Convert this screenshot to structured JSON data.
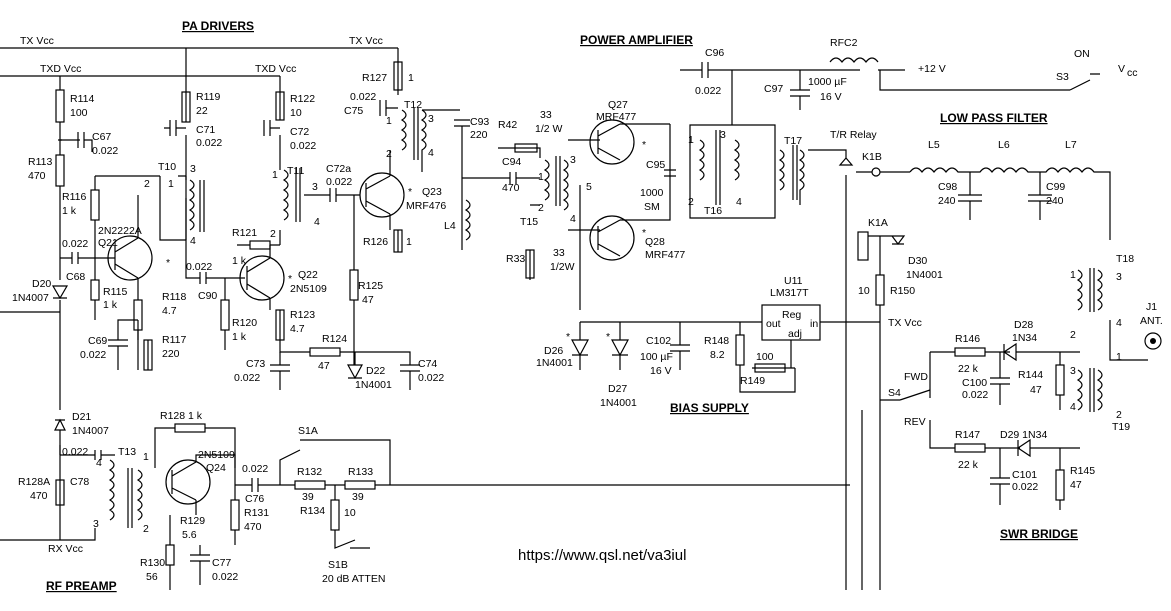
{
  "url": "https://www.qsl.net/va3iul",
  "sections": [
    {
      "id": "pa-drivers",
      "text": "PA DRIVERS"
    },
    {
      "id": "power-amplifier",
      "text": "POWER AMPLIFIER"
    },
    {
      "id": "low-pass-filter",
      "text": "LOW PASS FILTER"
    },
    {
      "id": "bias-supply",
      "text": "BIAS SUPPLY"
    },
    {
      "id": "swr-bridge",
      "text": "SWR BRIDGE"
    },
    {
      "id": "rf-preamp",
      "text": "RF PREAMP"
    }
  ],
  "labels": [
    {
      "id": "tx-vcc-left",
      "text": "TX Vcc"
    },
    {
      "id": "txd-vcc-left",
      "text": "TXD Vcc"
    },
    {
      "id": "tx-vcc-top",
      "text": "TX Vcc"
    },
    {
      "id": "txd-vcc-mid",
      "text": "TXD Vcc"
    },
    {
      "id": "r114",
      "text": "R114"
    },
    {
      "id": "r114-v",
      "text": "100"
    },
    {
      "id": "c67",
      "text": "C67"
    },
    {
      "id": "c67-v",
      "text": "0.022"
    },
    {
      "id": "r113",
      "text": "R113"
    },
    {
      "id": "r113-v",
      "text": "470"
    },
    {
      "id": "r116",
      "text": "R116"
    },
    {
      "id": "r116-v",
      "text": "1 k"
    },
    {
      "id": "t10",
      "text": "T10"
    },
    {
      "id": "t10-2",
      "text": "2"
    },
    {
      "id": "t10-1",
      "text": "1"
    },
    {
      "id": "t10-3",
      "text": "3"
    },
    {
      "id": "t10-4",
      "text": "4"
    },
    {
      "id": "q21-t",
      "text": "2N2222A"
    },
    {
      "id": "q21",
      "text": "Q21"
    },
    {
      "id": "c68-v",
      "text": "0.022"
    },
    {
      "id": "c68",
      "text": "C68"
    },
    {
      "id": "r115",
      "text": "R115"
    },
    {
      "id": "r115-v",
      "text": "1 k"
    },
    {
      "id": "d20",
      "text": "D20"
    },
    {
      "id": "d20-v",
      "text": "1N4007"
    },
    {
      "id": "r118",
      "text": "R118"
    },
    {
      "id": "r118-v",
      "text": "4.7"
    },
    {
      "id": "c69",
      "text": "C69"
    },
    {
      "id": "c69-v",
      "text": "0.022"
    },
    {
      "id": "r117",
      "text": "R117"
    },
    {
      "id": "r117-v",
      "text": "220"
    },
    {
      "id": "r119",
      "text": "R119"
    },
    {
      "id": "r119-v",
      "text": "22"
    },
    {
      "id": "c71",
      "text": "C71"
    },
    {
      "id": "c71-v",
      "text": "0.022"
    },
    {
      "id": "r122",
      "text": "R122"
    },
    {
      "id": "r122-v",
      "text": "10"
    },
    {
      "id": "c72",
      "text": "C72"
    },
    {
      "id": "c72-v",
      "text": "0.022"
    },
    {
      "id": "t11",
      "text": "T11"
    },
    {
      "id": "t11-1",
      "text": "1"
    },
    {
      "id": "t11-2",
      "text": "2"
    },
    {
      "id": "t11-3",
      "text": "3"
    },
    {
      "id": "t11-4",
      "text": "4"
    },
    {
      "id": "r121",
      "text": "R121"
    },
    {
      "id": "r121-v",
      "text": "1 k"
    },
    {
      "id": "c90-v",
      "text": "0.022"
    },
    {
      "id": "c90",
      "text": "C90"
    },
    {
      "id": "q22",
      "text": "Q22"
    },
    {
      "id": "q22-t",
      "text": "2N5109"
    },
    {
      "id": "r120",
      "text": "R120"
    },
    {
      "id": "r120-v",
      "text": "1 k"
    },
    {
      "id": "r123",
      "text": "R123"
    },
    {
      "id": "r123-v",
      "text": "4.7"
    },
    {
      "id": "c73",
      "text": "C73"
    },
    {
      "id": "c73-v",
      "text": "0.022"
    },
    {
      "id": "r124",
      "text": "R124"
    },
    {
      "id": "r124-v",
      "text": "47"
    },
    {
      "id": "d22",
      "text": "D22"
    },
    {
      "id": "d22-v",
      "text": "1N4001"
    },
    {
      "id": "c74",
      "text": "C74"
    },
    {
      "id": "c74-v",
      "text": "0.022"
    },
    {
      "id": "c72a",
      "text": "C72a"
    },
    {
      "id": "c72a-v",
      "text": "0.022"
    },
    {
      "id": "q23",
      "text": "Q23"
    },
    {
      "id": "q23-t",
      "text": "MRF476"
    },
    {
      "id": "r126",
      "text": "R126"
    },
    {
      "id": "r126-v",
      "text": "1"
    },
    {
      "id": "r125",
      "text": "R125"
    },
    {
      "id": "r125-v",
      "text": "47"
    },
    {
      "id": "r127",
      "text": "R127"
    },
    {
      "id": "r127-v",
      "text": "1"
    },
    {
      "id": "c75-v",
      "text": "0.022"
    },
    {
      "id": "c75",
      "text": "C75"
    },
    {
      "id": "t12",
      "text": "T12"
    },
    {
      "id": "t12-1",
      "text": "1"
    },
    {
      "id": "t12-2",
      "text": "2"
    },
    {
      "id": "t12-3",
      "text": "3"
    },
    {
      "id": "t12-4",
      "text": "4"
    },
    {
      "id": "c93",
      "text": "C93"
    },
    {
      "id": "c93-v",
      "text": "220"
    },
    {
      "id": "l4",
      "text": "L4"
    },
    {
      "id": "r42",
      "text": "R42"
    },
    {
      "id": "r42-v1",
      "text": "33"
    },
    {
      "id": "r42-v2",
      "text": "1/2 W"
    },
    {
      "id": "c94",
      "text": "C94"
    },
    {
      "id": "c94-v",
      "text": "470"
    },
    {
      "id": "t15",
      "text": "T15"
    },
    {
      "id": "t15-1",
      "text": "1"
    },
    {
      "id": "t15-2",
      "text": "2"
    },
    {
      "id": "t15-3",
      "text": "3"
    },
    {
      "id": "t15-4",
      "text": "4"
    },
    {
      "id": "t15-5",
      "text": "5"
    },
    {
      "id": "r33",
      "text": "R33"
    },
    {
      "id": "r33-v1",
      "text": "33"
    },
    {
      "id": "r33-v2",
      "text": "1/2W"
    },
    {
      "id": "q27",
      "text": "Q27"
    },
    {
      "id": "q27-t",
      "text": "MRF477"
    },
    {
      "id": "q28",
      "text": "Q28"
    },
    {
      "id": "q28-t",
      "text": "MRF477"
    },
    {
      "id": "c95",
      "text": "C95"
    },
    {
      "id": "c95-v1",
      "text": "1000"
    },
    {
      "id": "c95-v2",
      "text": "SM"
    },
    {
      "id": "c96",
      "text": "C96"
    },
    {
      "id": "c96-v",
      "text": "0.022"
    },
    {
      "id": "c97",
      "text": "C97"
    },
    {
      "id": "c97-v1",
      "text": "1000 µF"
    },
    {
      "id": "c97-v2",
      "text": "16 V"
    },
    {
      "id": "rfc2",
      "text": "RFC2"
    },
    {
      "id": "plus12",
      "text": "+12 V"
    },
    {
      "id": "t16",
      "text": "T16"
    },
    {
      "id": "t16-1",
      "text": "1"
    },
    {
      "id": "t16-2",
      "text": "2"
    },
    {
      "id": "t16-3",
      "text": "3"
    },
    {
      "id": "t16-4",
      "text": "4"
    },
    {
      "id": "t17",
      "text": "T17"
    },
    {
      "id": "tr-relay",
      "text": "T/R Relay"
    },
    {
      "id": "k1b",
      "text": "K1B"
    },
    {
      "id": "on",
      "text": "ON"
    },
    {
      "id": "s3",
      "text": "S3"
    },
    {
      "id": "vcc",
      "text": "V"
    },
    {
      "id": "vcc-sub",
      "text": "cc"
    },
    {
      "id": "l5",
      "text": "L5"
    },
    {
      "id": "l6",
      "text": "L6"
    },
    {
      "id": "l7",
      "text": "L7"
    },
    {
      "id": "c98",
      "text": "C98"
    },
    {
      "id": "c98-v",
      "text": "240"
    },
    {
      "id": "c99",
      "text": "C99"
    },
    {
      "id": "c99-v",
      "text": "240"
    },
    {
      "id": "k1a",
      "text": "K1A"
    },
    {
      "id": "d30",
      "text": "D30"
    },
    {
      "id": "d30-v",
      "text": "1N4001"
    },
    {
      "id": "r150-v",
      "text": "10"
    },
    {
      "id": "r150",
      "text": "R150"
    },
    {
      "id": "u11",
      "text": "U11"
    },
    {
      "id": "u11-t",
      "text": "LM317T"
    },
    {
      "id": "reg",
      "text": "Reg"
    },
    {
      "id": "out",
      "text": "out"
    },
    {
      "id": "in",
      "text": "in"
    },
    {
      "id": "adj",
      "text": "adj"
    },
    {
      "id": "tx-vcc-reg",
      "text": "TX Vcc"
    },
    {
      "id": "c102",
      "text": "C102"
    },
    {
      "id": "c102-v1",
      "text": "100 µF"
    },
    {
      "id": "c102-v2",
      "text": "16 V"
    },
    {
      "id": "r148",
      "text": "R148"
    },
    {
      "id": "r148-v",
      "text": "8.2"
    },
    {
      "id": "r149-v",
      "text": "100"
    },
    {
      "id": "r149",
      "text": "R149"
    },
    {
      "id": "d26",
      "text": "D26"
    },
    {
      "id": "d26-v",
      "text": "1N4001"
    },
    {
      "id": "d27",
      "text": "D27"
    },
    {
      "id": "d27-v",
      "text": "1N4001"
    },
    {
      "id": "t18",
      "text": "T18"
    },
    {
      "id": "t18-1",
      "text": "1"
    },
    {
      "id": "t18-2",
      "text": "2"
    },
    {
      "id": "t18-3",
      "text": "3"
    },
    {
      "id": "t18-4",
      "text": "4"
    },
    {
      "id": "t19",
      "text": "T19"
    },
    {
      "id": "t19-1",
      "text": "1"
    },
    {
      "id": "t19-2",
      "text": "2"
    },
    {
      "id": "t19-3",
      "text": "3"
    },
    {
      "id": "t19-4",
      "text": "4"
    },
    {
      "id": "j1",
      "text": "J1"
    },
    {
      "id": "ant",
      "text": "ANT."
    },
    {
      "id": "r146",
      "text": "R146"
    },
    {
      "id": "r146-v",
      "text": "22 k"
    },
    {
      "id": "d28",
      "text": "D28"
    },
    {
      "id": "d28-v",
      "text": "1N34"
    },
    {
      "id": "c100",
      "text": "C100"
    },
    {
      "id": "c100-v",
      "text": "0.022"
    },
    {
      "id": "r144",
      "text": "R144"
    },
    {
      "id": "r144-v",
      "text": "47"
    },
    {
      "id": "fwd",
      "text": "FWD"
    },
    {
      "id": "rev",
      "text": "REV"
    },
    {
      "id": "s4",
      "text": "S4"
    },
    {
      "id": "r147",
      "text": "R147"
    },
    {
      "id": "r147-v",
      "text": "22 k"
    },
    {
      "id": "d29",
      "text": "D29 1N34"
    },
    {
      "id": "c101",
      "text": "C101"
    },
    {
      "id": "c101-v",
      "text": "0.022"
    },
    {
      "id": "r145",
      "text": "R145"
    },
    {
      "id": "r145-v",
      "text": "47"
    },
    {
      "id": "d21",
      "text": "D21"
    },
    {
      "id": "d21-v",
      "text": "1N4007"
    },
    {
      "id": "c78-v",
      "text": "0.022"
    },
    {
      "id": "c78",
      "text": "C78"
    },
    {
      "id": "r128a",
      "text": "R128A"
    },
    {
      "id": "r128a-v",
      "text": "470"
    },
    {
      "id": "t13",
      "text": "T13"
    },
    {
      "id": "t13-1",
      "text": "1"
    },
    {
      "id": "t13-2",
      "text": "2"
    },
    {
      "id": "t13-3",
      "text": "3"
    },
    {
      "id": "t13-4",
      "text": "4"
    },
    {
      "id": "rx-vcc",
      "text": "RX Vcc"
    },
    {
      "id": "r128",
      "text": "R128  1 k"
    },
    {
      "id": "q24-t",
      "text": "2N5109"
    },
    {
      "id": "q24",
      "text": "Q24"
    },
    {
      "id": "r129",
      "text": "R129"
    },
    {
      "id": "r129-v",
      "text": "5.6"
    },
    {
      "id": "r130",
      "text": "R130"
    },
    {
      "id": "r130-v",
      "text": "56"
    },
    {
      "id": "c77",
      "text": "C77"
    },
    {
      "id": "c77-v",
      "text": "0.022"
    },
    {
      "id": "c76-v",
      "text": "0.022"
    },
    {
      "id": "c76",
      "text": "C76"
    },
    {
      "id": "r131",
      "text": "R131"
    },
    {
      "id": "r131-v",
      "text": "470"
    },
    {
      "id": "s1a",
      "text": "S1A"
    },
    {
      "id": "r132",
      "text": "R132"
    },
    {
      "id": "r132-v",
      "text": "39"
    },
    {
      "id": "r133",
      "text": "R133"
    },
    {
      "id": "r133-v",
      "text": "39"
    },
    {
      "id": "r134",
      "text": "R134"
    },
    {
      "id": "r134-v",
      "text": "10"
    },
    {
      "id": "s1b",
      "text": "S1B"
    },
    {
      "id": "atten",
      "text": "20 dB ATTEN"
    },
    {
      "id": "star-q21",
      "text": "*"
    },
    {
      "id": "star-q22",
      "text": "*"
    },
    {
      "id": "star-q23",
      "text": "*"
    },
    {
      "id": "star-q27",
      "text": "*"
    },
    {
      "id": "star-q28",
      "text": "*"
    },
    {
      "id": "star-d26",
      "text": "*"
    },
    {
      "id": "star-d27",
      "text": "*"
    }
  ]
}
